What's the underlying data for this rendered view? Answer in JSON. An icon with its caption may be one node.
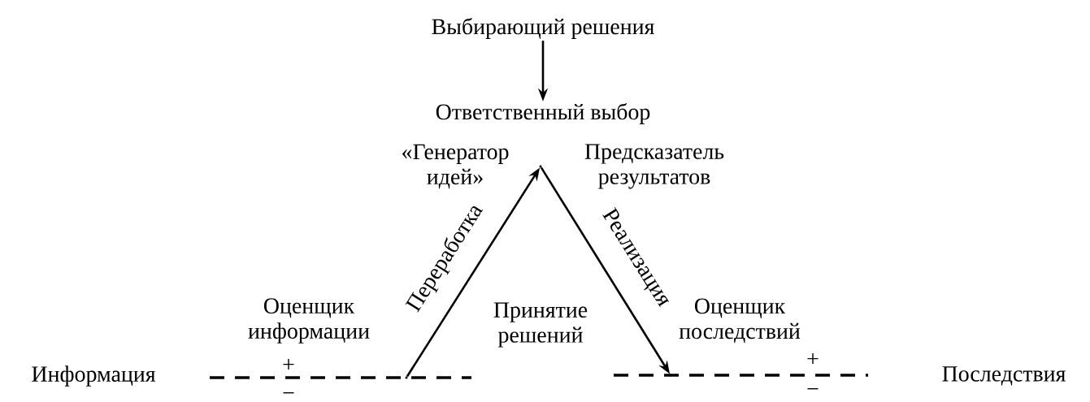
{
  "diagram": {
    "nodes": [
      {
        "text": [
          "Выбирающий решения"
        ]
      },
      {
        "text": [
          "Ответственный выбор"
        ]
      },
      {
        "text": [
          "«Генератор идей»"
        ]
      },
      {
        "text": [
          "Предсказатель результатов"
        ]
      },
      {
        "text": [
          "Оценщик информации"
        ]
      },
      {
        "text": [
          "Принятие решений"
        ]
      },
      {
        "text": [
          "Оценщик последствий"
        ]
      },
      {
        "text": [
          "Информация"
        ]
      },
      {
        "text": [
          "Последствия"
        ]
      },
      {
        "text": [],
        "shape": "point"
      },
      {
        "text": [],
        "shape": "point"
      },
      {
        "text": [],
        "shape": "point"
      }
    ],
    "edges": [
      {
        "from": 0,
        "to": 1,
        "arrow": "to"
      },
      {
        "from": 9,
        "to": 10,
        "arrow": "to",
        "label": "Переработка"
      },
      {
        "from": 10,
        "to": 11,
        "arrow": "to",
        "label": "Реализация"
      }
    ],
    "labels": [
      "+",
      "−",
      "+",
      "−"
    ]
  }
}
